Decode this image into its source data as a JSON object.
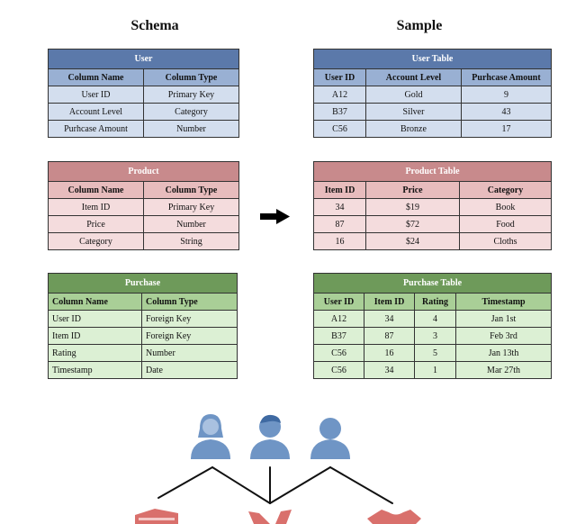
{
  "headings": {
    "schema": "Schema",
    "sample": "Sample"
  },
  "schema_tables": {
    "user": {
      "title": "User",
      "headers": [
        "Column Name",
        "Column Type"
      ],
      "rows": [
        [
          "User ID",
          "Primary Key"
        ],
        [
          "Account Level",
          "Category"
        ],
        [
          "Purhcase Amount",
          "Number"
        ]
      ]
    },
    "product": {
      "title": "Product",
      "headers": [
        "Column Name",
        "Column Type"
      ],
      "rows": [
        [
          "Item ID",
          "Primary Key"
        ],
        [
          "Price",
          "Number"
        ],
        [
          "Category",
          "String"
        ]
      ]
    },
    "purchase": {
      "title": "Purchase",
      "headers": [
        "Column Name",
        "Column Type"
      ],
      "rows": [
        [
          "User ID",
          "Foreign Key"
        ],
        [
          "Item ID",
          "Foreign Key"
        ],
        [
          "Rating",
          "Number"
        ],
        [
          "Timestamp",
          "Date"
        ]
      ]
    }
  },
  "sample_tables": {
    "user": {
      "title": "User Table",
      "headers": [
        "User ID",
        "Account Level",
        "Purhcase Amount"
      ],
      "rows": [
        [
          "A12",
          "Gold",
          "9"
        ],
        [
          "B37",
          "Silver",
          "43"
        ],
        [
          "C56",
          "Bronze",
          "17"
        ]
      ]
    },
    "product": {
      "title": "Product Table",
      "headers": [
        "Item ID",
        "Price",
        "Category"
      ],
      "rows": [
        [
          "34",
          "$19",
          "Book"
        ],
        [
          "87",
          "$72",
          "Food"
        ],
        [
          "16",
          "$24",
          "Cloths"
        ]
      ]
    },
    "purchase": {
      "title": "Purchase Table",
      "headers": [
        "User ID",
        "Item ID",
        "Rating",
        "Timestamp"
      ],
      "rows": [
        [
          "A12",
          "34",
          "4",
          "Jan 1st"
        ],
        [
          "B37",
          "87",
          "3",
          "Feb 3rd"
        ],
        [
          "C56",
          "16",
          "5",
          "Jan 13th"
        ],
        [
          "C56",
          "34",
          "1",
          "Mar 27th"
        ]
      ]
    }
  },
  "colors": {
    "user_icon": "#6f95c5",
    "item_icon": "#d9706c",
    "arrow": "#000000"
  },
  "icons": [
    "user-female-icon",
    "user-male-icon",
    "user-icon",
    "book-icon",
    "food-icon",
    "shirt-icon"
  ]
}
